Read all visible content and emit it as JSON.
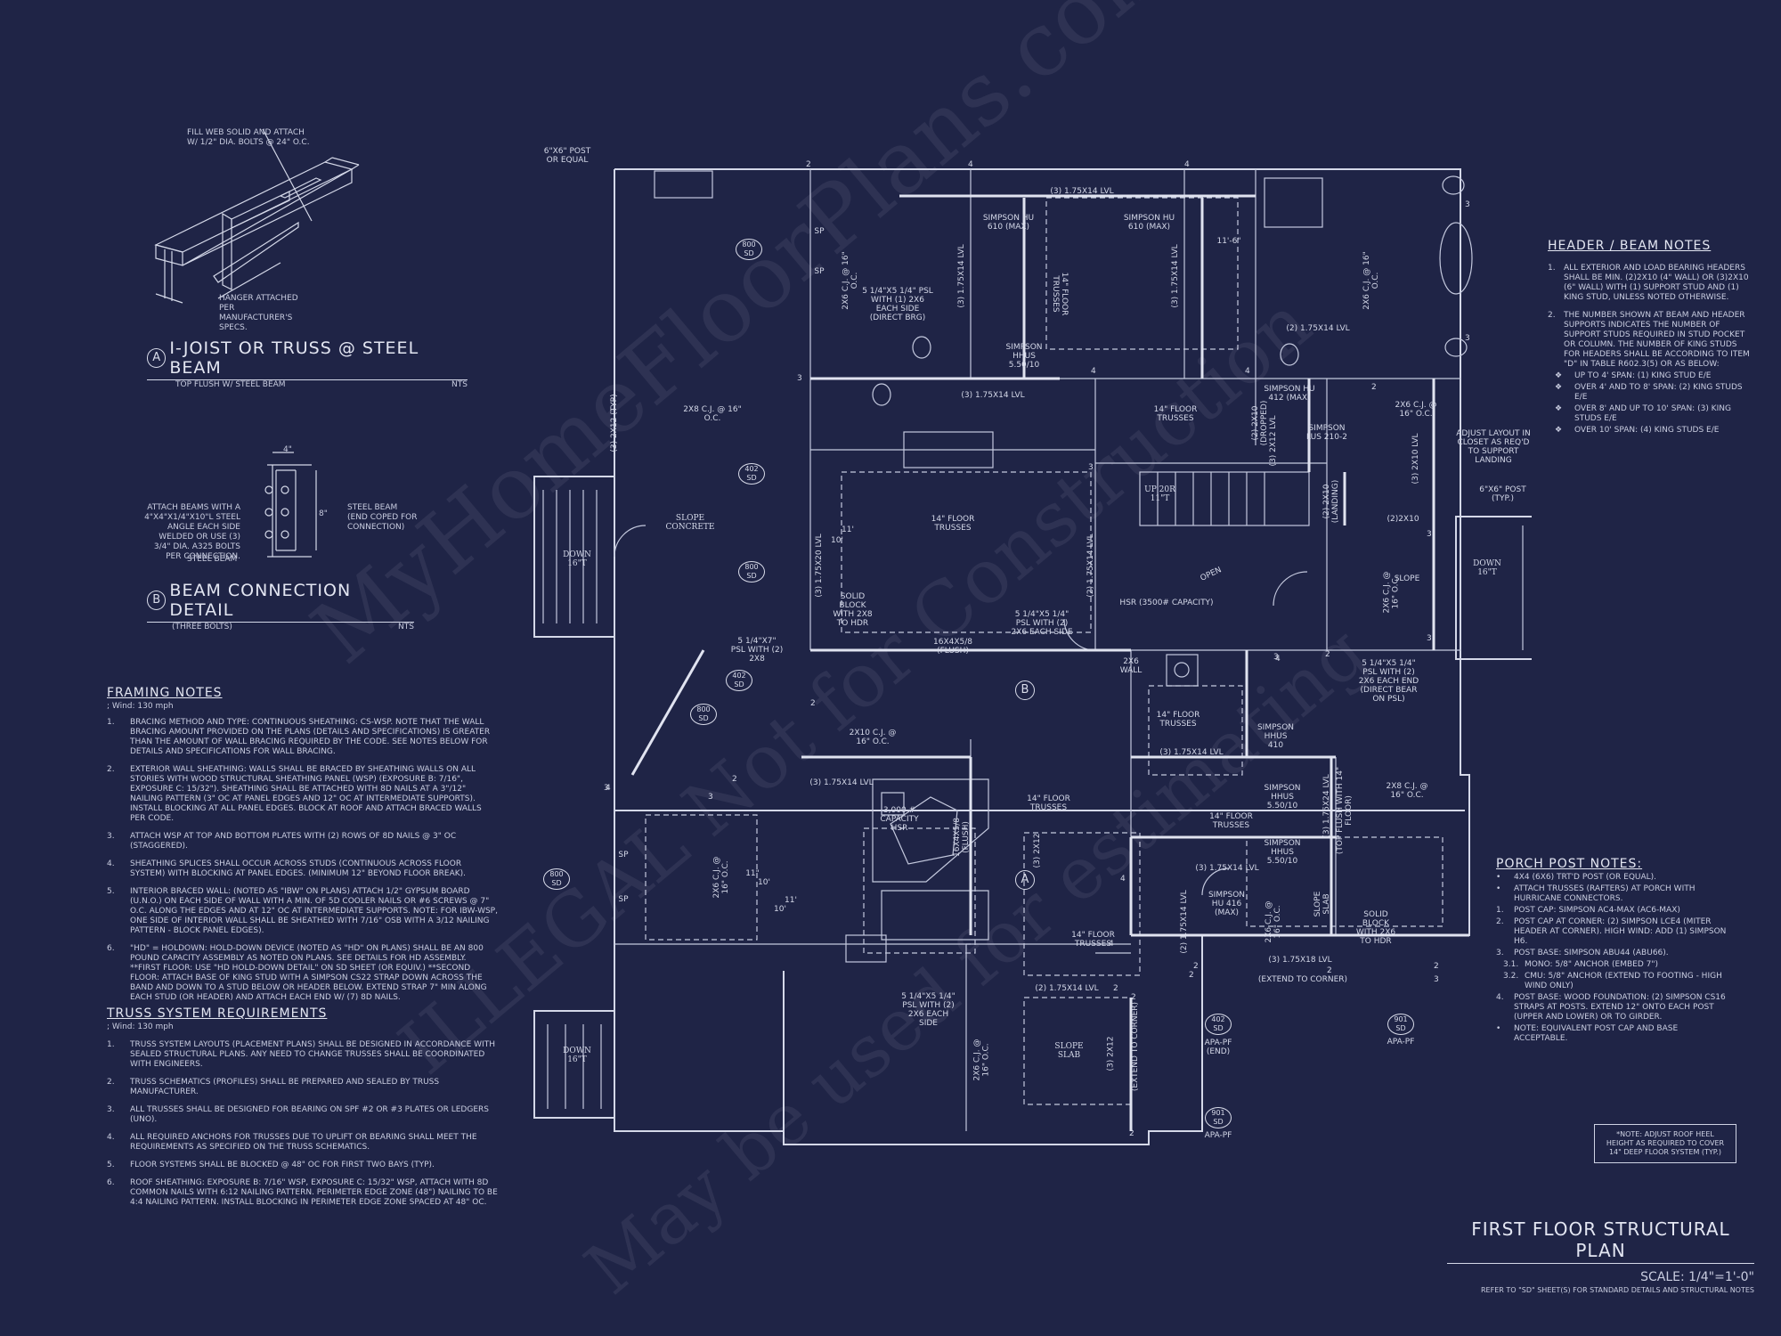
{
  "detail_a": {
    "letter": "A",
    "title": "I-JOIST OR TRUSS @ STEEL BEAM",
    "subtitle": "TOP FLUSH W/ STEEL BEAM",
    "scale": "NTS",
    "callout_fill": "FILL WEB SOLID AND ATTACH W/ 1/2\" DIA. BOLTS @ 24\" O.C.",
    "callout_hanger": "HANGER ATTACHED PER MANUFACTURER'S SPECS."
  },
  "detail_b": {
    "letter": "B",
    "title": "BEAM CONNECTION DETAIL",
    "subtitle": "(THREE BOLTS)",
    "scale": "NTS",
    "dim_top": "4\"",
    "dim_side": "8\"",
    "callout_attach": "ATTACH BEAMS WITH A 4\"x4\"x1/4\"x10\"L STEEL ANGLE EACH SIDE WELDED OR USE (3) 3/4\" DIA. A325 BOLTS PER CONNECTION.",
    "callout_steel_end": "STEEL BEAM (END COPED FOR CONNECTION)",
    "callout_steel_beam": "STEEL BEAM"
  },
  "framing_notes": {
    "title": "FRAMING NOTES",
    "wind": "; Wind: 130 mph",
    "items": [
      {
        "n": "1.",
        "text": "BRACING METHOD AND TYPE: CONTINUOUS SHEATHING: CS-WSP. NOTE THAT THE WALL BRACING AMOUNT PROVIDED ON THE PLANS (DETAILS AND SPECIFICATIONS) IS GREATER THAN THE AMOUNT OF WALL BRACING REQUIRED BY THE CODE. SEE NOTES BELOW FOR DETAILS AND SPECIFICATIONS FOR WALL BRACING."
      },
      {
        "n": "2.",
        "text": "EXTERIOR WALL SHEATHING: WALLS SHALL BE BRACED BY SHEATHING WALLS ON ALL STORIES WITH WOOD STRUCTURAL SHEATHING PANEL (WSP) (EXPOSURE B: 7/16\", EXPOSURE C: 15/32\"). SHEATHING SHALL BE ATTACHED WITH 8d NAILS AT A 3\"/12\" NAILING PATTERN (3\" OC AT PANEL EDGES AND 12\" OC AT INTERMEDIATE SUPPORTS). INSTALL BLOCKING AT ALL PANEL EDGES. BLOCK AT ROOF AND ATTACH BRACED WALLS PER CODE."
      },
      {
        "n": "3.",
        "text": "ATTACH WSP AT TOP AND BOTTOM PLATES WITH (2) ROWS OF 8d NAILS @ 3\" OC (STAGGERED)."
      },
      {
        "n": "4.",
        "text": "SHEATHING SPLICES SHALL OCCUR ACROSS STUDS (CONTINUOUS ACROSS FLOOR SYSTEM) WITH BLOCKING AT PANEL EDGES. (MINIMUM 12\" BEYOND FLOOR BREAK)."
      },
      {
        "n": "5.",
        "text": "INTERIOR BRACED WALL: (NOTED AS \"IBW\" ON PLANS) ATTACH 1/2\" GYPSUM BOARD (U.N.O.) ON EACH SIDE OF WALL WITH A MIN. OF 5d COOLER NAILS OR #6 SCREWS @ 7\" O.C. ALONG THE EDGES AND AT 12\" OC AT INTERMEDIATE SUPPORTS. NOTE: FOR IBW-WSP, ONE SIDE OF INTERIOR WALL SHALL BE SHEATHED WITH 7/16\" OSB WITH A 3/12 NAILING PATTERN - BLOCK PANEL EDGES)."
      },
      {
        "n": "6.",
        "text": "\"HD\" = HOLDOWN: HOLD-DOWN DEVICE (NOTED AS \"HD\" ON PLANS) SHALL BE AN 800 POUND CAPACITY ASSEMBLY AS NOTED ON PLANS. SEE DETAILS FOR HD ASSEMBLY. **FIRST FLOOR: USE \"HD HOLD-DOWN DETAIL\" ON SD SHEET (OR EQUIV.) **SECOND FLOOR: ATTACH BASE OF KING STUD WITH A SIMPSON CS22 STRAP DOWN ACROSS THE BAND AND DOWN TO A STUD BELOW OR HEADER BELOW. EXTEND STRAP 7\" MIN ALONG EACH STUD (OR HEADER) AND ATTACH EACH END W/ (7) 8d NAILS."
      }
    ]
  },
  "truss_notes": {
    "title": "TRUSS SYSTEM REQUIREMENTS",
    "wind": "; Wind: 130 mph",
    "items": [
      {
        "n": "1.",
        "text": "TRUSS SYSTEM LAYOUTS (PLACEMENT PLANS) SHALL BE DESIGNED IN ACCORDANCE WITH SEALED STRUCTURAL PLANS. ANY NEED TO CHANGE TRUSSES SHALL BE COORDINATED WITH ENGINEERS."
      },
      {
        "n": "2.",
        "text": "TRUSS SCHEMATICS (PROFILES) SHALL BE PREPARED AND SEALED BY TRUSS MANUFACTURER."
      },
      {
        "n": "3.",
        "text": "ALL TRUSSES SHALL BE DESIGNED FOR BEARING ON SPF #2 OR #3 PLATES OR LEDGERS (UNO)."
      },
      {
        "n": "4.",
        "text": "ALL REQUIRED ANCHORS FOR TRUSSES DUE TO UPLIFT OR BEARING SHALL MEET THE REQUIREMENTS AS SPECIFIED ON THE TRUSS SCHEMATICS."
      },
      {
        "n": "5.",
        "text": "FLOOR SYSTEMS SHALL BE BLOCKED @ 48\" OC FOR FIRST TWO BAYS (TYP)."
      },
      {
        "n": "6.",
        "text": "ROOF SHEATHING: EXPOSURE B: 7/16\" WSP, EXPOSURE C: 15/32\" WSP, ATTACH WITH 8d COMMON NAILS WITH 6:12 NAILING PATTERN. PERIMETER EDGE ZONE (48\") NAILING TO BE 4:4 NAILING PATTERN. INSTALL BLOCKING IN PERIMETER EDGE ZONE SPACED AT 48\" OC."
      }
    ]
  },
  "header_notes": {
    "title": "HEADER / BEAM NOTES",
    "items": [
      {
        "n": "1.",
        "text": "ALL EXTERIOR AND LOAD BEARING HEADERS SHALL BE MIN. (2)2x10 (4\" WALL) OR (3)2x10 (6\" WALL) WITH (1) SUPPORT STUD AND (1) KING STUD, UNLESS NOTED OTHERWISE."
      },
      {
        "n": "2.",
        "text": "THE NUMBER SHOWN AT BEAM AND HEADER SUPPORTS INDICATES THE NUMBER OF SUPPORT STUDS REQUIRED IN STUD POCKET OR COLUMN. THE NUMBER OF KING STUDS FOR HEADERS SHALL BE ACCORDING TO ITEM \"d\" IN TABLE R602.3(5) OR AS BELOW:"
      }
    ],
    "bullets": [
      "UP TO 4' SPAN: (1) KING STUD E/E",
      "OVER 4' AND TO 8' SPAN: (2) KING STUDS E/E",
      "OVER 8' AND UP TO 10' SPAN: (3) KING STUDS E/E",
      "OVER 10' SPAN: (4) KING STUDS E/E"
    ]
  },
  "porch_notes": {
    "title": "PORCH POST NOTES:",
    "items": [
      {
        "n": "•",
        "text": "4X4 (6x6) TRT'D POST (OR EQUAL)."
      },
      {
        "n": "•",
        "text": "ATTACH TRUSSES (RAFTERS) AT PORCH WITH HURRICANE CONNECTORS."
      },
      {
        "n": "1.",
        "text": "POST CAP: SIMPSON AC4-MAX (AC6-MAX)"
      },
      {
        "n": "2.",
        "text": "POST CAP AT CORNER: (2) SIMPSON LCE4 (MITER HEADER AT CORNER). HIGH WIND: ADD (1) SIMPSON H6."
      },
      {
        "n": "3.",
        "text": "POST BASE: SIMPSON ABU44 (ABU66)."
      },
      {
        "n": "3.1.",
        "text": "MONO: 5/8\" ANCHOR (EMBED 7\")"
      },
      {
        "n": "3.2.",
        "text": "CMU: 5/8\" ANCHOR (EXTEND TO FOOTING - HIGH WIND ONLY)"
      },
      {
        "n": "4.",
        "text": "POST BASE: WOOD FOUNDATION: (2) SIMPSON CS16 STRAPS AT POSTS. EXTEND 12\" ONTO EACH POST (UPPER AND LOWER) OR TO GIRDER."
      },
      {
        "n": "•",
        "text": "NOTE: EQUIVALENT POST CAP AND BASE ACCEPTABLE."
      }
    ]
  },
  "roof_heel_note": "*NOTE: ADJUST ROOF HEEL HEIGHT AS REQUIRED TO COVER 14\" DEEP FLOOR SYSTEM (TYP.)",
  "plan": {
    "title": "FIRST FLOOR STRUCTURAL PLAN",
    "scale": "SCALE: 1/4\"=1'-0\"",
    "refer": "REFER TO \"SD\" SHEET(S) FOR STANDARD DETAILS AND STRUCTURAL NOTES",
    "labels": {
      "post_6x6_or_equal": "6\"x6\" POST OR EQUAL",
      "slope_concrete": "SLOPE CONCRETE",
      "down_left": "DOWN 16\"T",
      "down_left_bottom": "DOWN 16\"T",
      "down_right": "DOWN 16\"T",
      "cj_2x8_left": "2x8 C.J. @ 16\" O.C.",
      "lvl_3_2x12": "(3) 2x12 (TYP)",
      "cj_2x6_top": "2x6 C.J. @ 16\" O.C.",
      "psl_top": "5 1/4\"x5 1/4\" PSL WITH (1) 2x6 EACH SIDE (DIRECT BRG)",
      "lvl_1_75x14_top": "(3) 1.75x14 LVL",
      "simpson_hu610_a": "SIMPSON HU 610 (MAX)",
      "simpson_hu610_b": "SIMPSON HU 610 (MAX)",
      "lvl_175x14_v1": "(3) 1.75x14 LVL",
      "floor_trusses_v": "14\" FLOOR TRUSSES",
      "lvl_175x14_v2": "(3) 1.75x14 LVL",
      "dim_11_6": "11'-6\"",
      "simpson_hhus": "SIMPSON HHUS 5.50/10",
      "lvl_175x14_mid": "(3) 1.75x14 LVL",
      "lvl_2_175x14": "(2) 1.75x14 LVL",
      "cj_2x6_right": "2x6 C.J. @ 16\" O.C.",
      "simpson_hu412": "SIMPSON HU 412 (MAX)",
      "floor_trusses_right": "14\" FLOOR TRUSSES",
      "simpson_lus": "SIMPSON LUS 210-2",
      "dropped_2x10": "(2) 2x10 (DROPPED)",
      "lvl_2x12_v": "(3) 2x12 LVL",
      "lvl_2x10_landing": "(2) 2x10 (LANDING)",
      "cj_2x6_far_right": "2x6 C.J. @ 16\" O.C.",
      "lvl_2x10_far": "(3) 2x10 LVL",
      "adjust_layout": "ADJUST LAYOUT IN CLOSET AS REQ'D TO SUPPORT LANDING",
      "post_6x6_typ": "6\"x6\" POST (TYP.)",
      "x2x10": "(2)2x10",
      "up_stair": "UP 20R 11\"T",
      "floor_trusses_center": "14\" FLOOR TRUSSES",
      "lvl_175x20": "(3) 1.75x20 LVL",
      "solid_block": "SOLID BLOCK WITH 2x8 TO HDR",
      "lvl_175x14_center_v": "(2) 1.75x14 LVL",
      "psl_center": "5 1/4\"x5 1/4\" PSL WITH (2) 2x6 EACH SIDE",
      "hsr": "HSR (3500# CAPACITY)",
      "open": "OPEN",
      "hss": "16x4x5/8 (FLUSH)",
      "psl_left": "5 1/4\"x7\" PSL WITH (2) 2x8",
      "wall_2x6": "2x6 WALL",
      "cj_2x6_right_mid": "2x6 C.J. @ 16\" O.C.",
      "slope_right": "SLOPE",
      "psl_right": "5 1/4\"x5 1/4\" PSL WITH (2) 2x6 EACH END (DIRECT BEAR ON PSL)",
      "floor_trusses_small": "14\" FLOOR TRUSSES",
      "lvl_175x14_small": "(3) 1.75x14 LVL",
      "simpson_hhus410": "SIMPSON HHUS 410",
      "cj_2x10": "2x10 C.J. @ 16\" O.C.",
      "lvl_175x14_kitchen": "(3) 1.75x14 LVL",
      "hsr_3000": "3,000 # CAPACITY HSR",
      "hss_flush_v": "16x4x5/8 (FLUSH)",
      "floor_trusses_k": "14\" FLOOR TRUSSES",
      "lvl_2x12_left_v": "(3) 2x12",
      "floor_trusses_mid": "14\" FLOOR TRUSSES",
      "simpson_hhus_550": "SIMPSON HHUS 5.50/10",
      "simpson_hhus_550b": "SIMPSON HHUS 5.50/10",
      "lvl_175x24": "(3) 1.75x24 LVL",
      "top_flush": "(TOP FLUSH WITH 14\" FLOOR)",
      "cj_2x8_right": "2x8 C.J. @ 16\" O.C.",
      "lvl_175x14_lower": "(3) 1.75x14 LVL",
      "simpson_hu416": "SIMPSON HU 416 (MAX)",
      "cj_2x6_lower": "2x6 C.J. @ 16\" O.C.",
      "slope_slab_small": "SLOPE SLAB",
      "solid_block_lower": "SOLID BLOCK WITH 2x6 TO HDR",
      "lvl_175x18": "(3) 1.75x18 LVL",
      "extend_corner": "(EXTEND TO CORNER)",
      "floor_trusses_lower": "14\" FLOOR TRUSSES",
      "lvl_175x14_lower_v": "(2) 1.75x14 LVL",
      "lvl_2_175x14_lower": "(2) 1.75x14 LVL",
      "psl_lower": "5 1/4\"x5 1/4\" PSL WITH (2) 2x6 EACH SIDE",
      "cj_2x6_garage": "2x6 C.J. @ 16\" O.C.",
      "slope_slab": "SLOPE SLAB",
      "lvl_2x12_garage": "(3) 2x12",
      "extend_corner_v": "(EXTEND TO CORNER)",
      "cj_2x6_left_lower": "2x6 C.J. @ 16\" O.C.",
      "apa_pf_end": "APA-PF (END)",
      "apa_pf_a": "APA-PF",
      "apa_pf_b": "APA-PF",
      "sp": "SP",
      "dim_11": "11'",
      "dim_10": "10'",
      "dim_11b": "11\"",
      "dim_10b": "10'",
      "dim_11c": "11'",
      "dim_10c": "10'"
    },
    "tags": [
      {
        "top": "800",
        "bot": "SD"
      },
      {
        "top": "402",
        "bot": "SD"
      },
      {
        "top": "800",
        "bot": "SD"
      },
      {
        "top": "402",
        "bot": "SD"
      },
      {
        "top": "800",
        "bot": "SD"
      },
      {
        "top": "800",
        "bot": "SD"
      },
      {
        "top": "402",
        "bot": "SD"
      },
      {
        "top": "901",
        "bot": "SD"
      },
      {
        "top": "901",
        "bot": "SD"
      }
    ],
    "section_markers": {
      "b": "B",
      "a": "A"
    },
    "support_numbers": [
      "2",
      "4",
      "4",
      "3",
      "3",
      "3",
      "4",
      "4",
      "3",
      "2",
      "3",
      "3",
      "2",
      "2",
      "4",
      "3",
      "4",
      "2",
      "2",
      "3",
      "2",
      "2",
      "4",
      "3",
      "2",
      "2",
      "4",
      "2",
      "2",
      "3"
    ]
  },
  "watermark": {
    "line1": "MyHomeFloorPlans.com",
    "line2": "ILLEGAL Not for Construction",
    "line3": "May be used for estimating"
  },
  "colors": {
    "background": "#1f2446",
    "ink": "#d9dcea"
  }
}
